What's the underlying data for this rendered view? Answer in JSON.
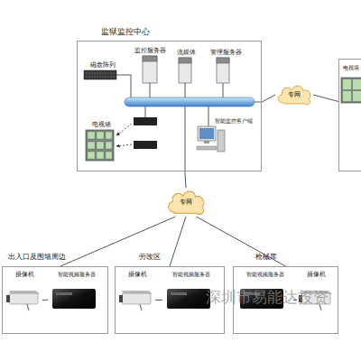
{
  "diagram": {
    "nodes": [
      {
        "text": [
          "监狱监控中心"
        ]
      },
      {
        "text": [
          "磁盘阵列"
        ],
        "in": 0
      },
      {
        "text": [
          "监控服务器"
        ],
        "in": 0
      },
      {
        "text": [
          "流媒体"
        ],
        "in": 0
      },
      {
        "text": [
          "管理服务器"
        ],
        "in": 0
      },
      {
        "text": [
          "电视墙"
        ],
        "in": 0
      },
      {
        "text": [
          "智能监控客户端"
        ],
        "in": 0
      },
      {
        "text": [
          "专网"
        ]
      },
      {
        "text": [
          "电视墙"
        ]
      },
      {
        "text": [
          "专网"
        ]
      },
      {
        "text": [
          "出入口及围墙周边"
        ]
      },
      {
        "text": [
          "摄像机"
        ],
        "in": 10
      },
      {
        "text": [
          "智能视频服务器"
        ],
        "in": 10
      },
      {
        "text": [
          "劳改区"
        ]
      },
      {
        "text": [
          "摄像机"
        ],
        "in": 13
      },
      {
        "text": [
          "智能视频服务器"
        ],
        "in": 13
      },
      {
        "text": [
          "枪械库"
        ]
      },
      {
        "text": [
          "智能视频服务器"
        ],
        "in": 16
      },
      {
        "text": [
          "摄像机"
        ],
        "in": 16
      }
    ],
    "edges": [
      {
        "from": 0,
        "to": 9,
        "arrow": "none"
      },
      {
        "from": 0,
        "to": 7,
        "arrow": "none"
      },
      {
        "from": 7,
        "to": 8,
        "arrow": "none"
      },
      {
        "from": 9,
        "to": 10,
        "arrow": "none"
      },
      {
        "from": 9,
        "to": 13,
        "arrow": "none"
      },
      {
        "from": 9,
        "to": 16,
        "arrow": "none"
      },
      {
        "from": 11,
        "to": 12,
        "arrow": "none"
      },
      {
        "from": 14,
        "to": 15,
        "arrow": "none"
      },
      {
        "from": 18,
        "to": 17,
        "arrow": "none"
      }
    ],
    "labels": [
      "深圳市易能达投资"
    ]
  }
}
